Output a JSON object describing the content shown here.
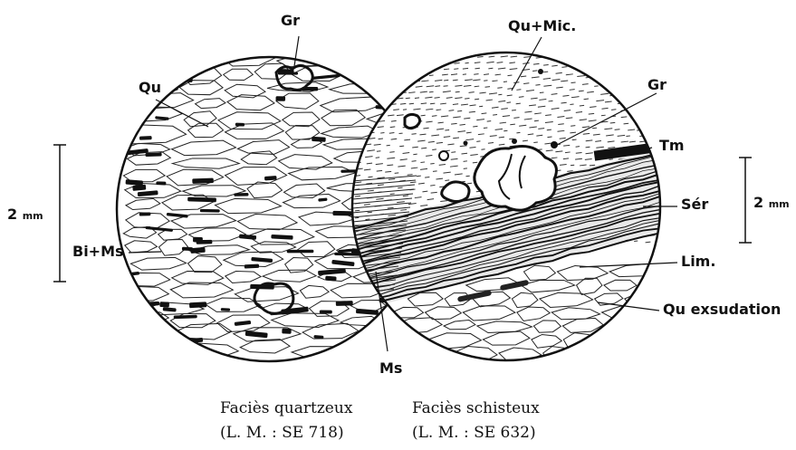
{
  "labels": {
    "gr_left": "Gr",
    "qu": "Qu",
    "bi_ms": "Bi+Ms",
    "ms": "Ms",
    "qu_mic": "Qu+Mic.",
    "gr_right": "Gr",
    "tm": "Tm",
    "ser": "Sér",
    "lim": "Lim.",
    "qu_exsudation": "Qu exsudation"
  },
  "scale_left": {
    "value": "2",
    "unit": "mm"
  },
  "scale_right": {
    "value": "2",
    "unit": "mm"
  },
  "captions": {
    "left_title": "Faciès quartzeux",
    "left_ref": "(L. M. : SE 718)",
    "right_title": "Faciès schisteux",
    "right_ref": "(L. M. : SE 632)"
  }
}
